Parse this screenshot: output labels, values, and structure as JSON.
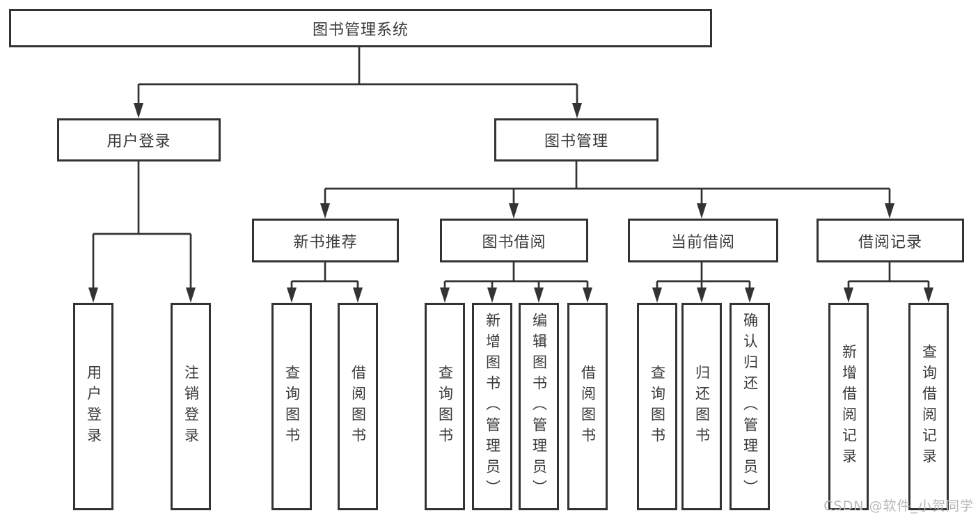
{
  "diagram": {
    "root": {
      "label": "图书管理系统"
    },
    "level2": [
      {
        "label": "用户登录"
      },
      {
        "label": "图书管理"
      }
    ],
    "level3": [
      {
        "label": "新书推荐"
      },
      {
        "label": "图书借阅"
      },
      {
        "label": "当前借阅"
      },
      {
        "label": "借阅记录"
      }
    ],
    "leaves": [
      {
        "label": "用户登录"
      },
      {
        "label": "注销登录"
      },
      {
        "label": "查询图书"
      },
      {
        "label": "借阅图书"
      },
      {
        "label": "查询图书"
      },
      {
        "label": "新增图书（管理员）"
      },
      {
        "label": "编辑图书（管理员）"
      },
      {
        "label": "借阅图书"
      },
      {
        "label": "查询图书"
      },
      {
        "label": "归还图书"
      },
      {
        "label": "确认归还（管理员）"
      },
      {
        "label": "新增借阅记录"
      },
      {
        "label": "查询借阅记录"
      }
    ],
    "watermark": "CSDN @软件_小贺同学",
    "colors": {
      "border": "#333333",
      "text": "#3a3a3a",
      "watermark": "#b8b8b8",
      "background": "#ffffff"
    }
  }
}
